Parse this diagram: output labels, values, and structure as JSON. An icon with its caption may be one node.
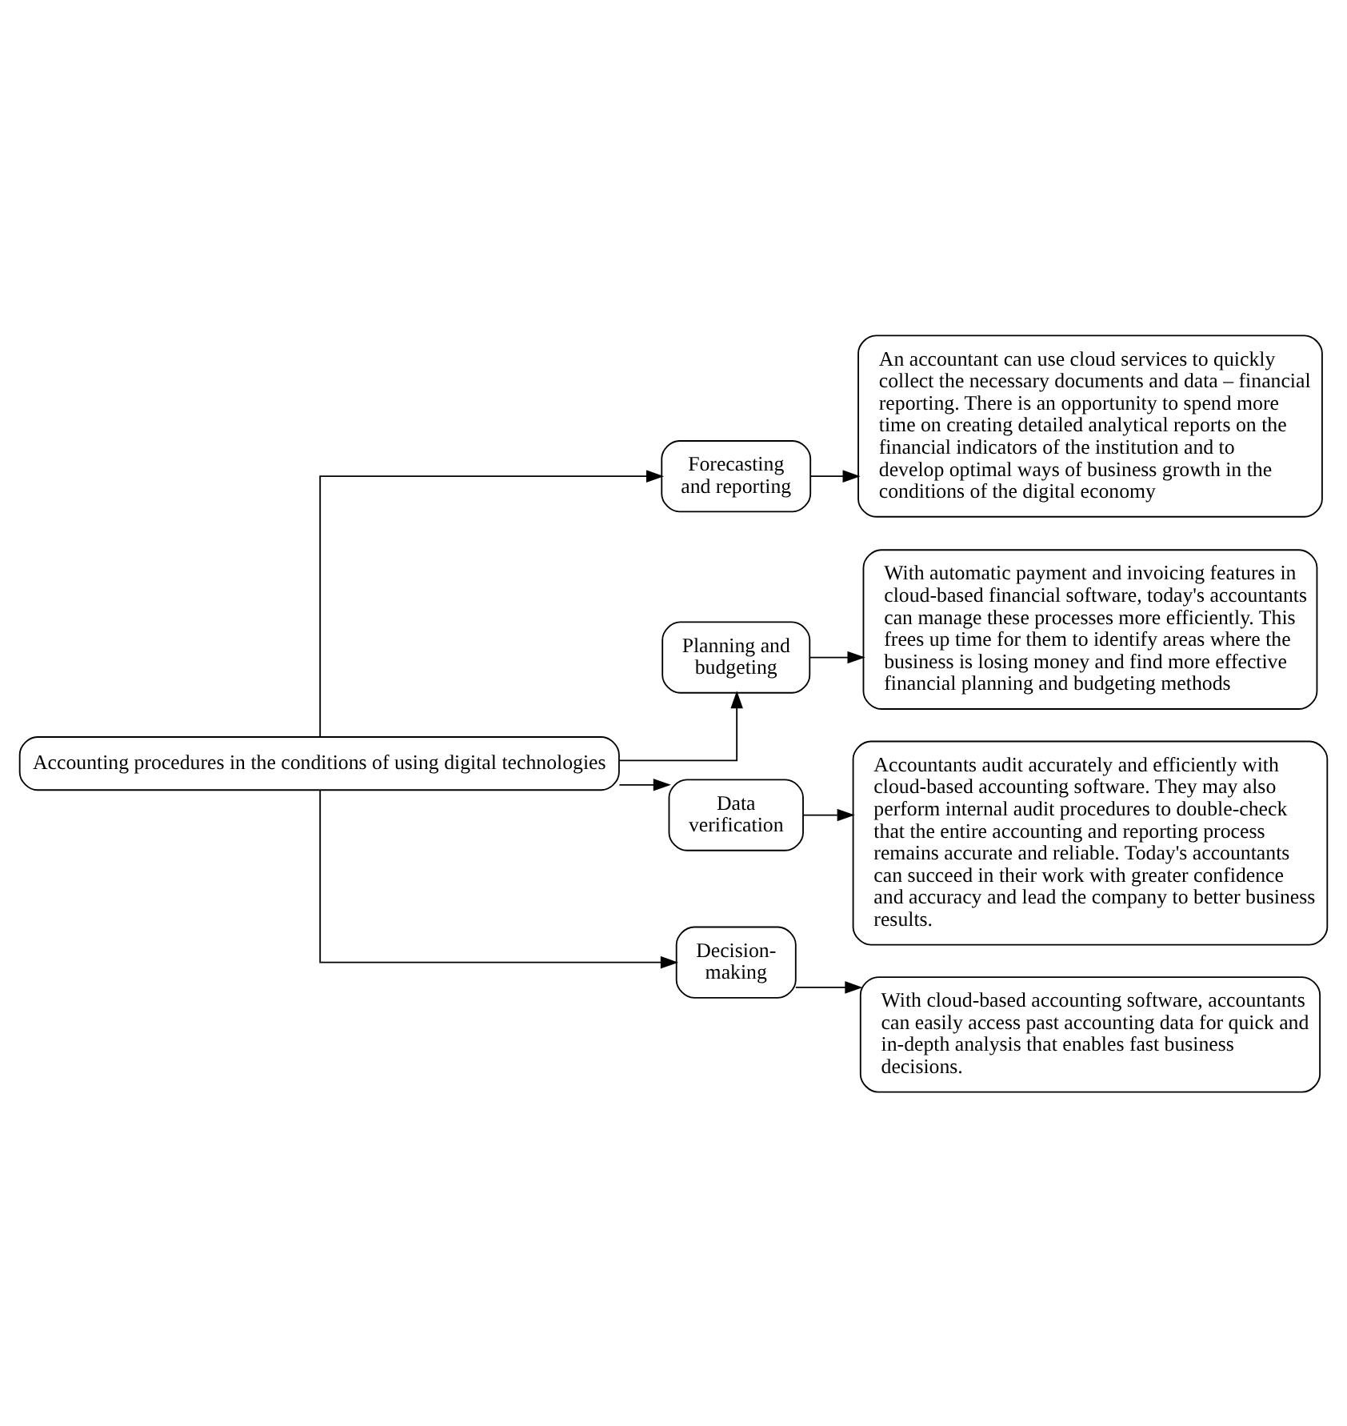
{
  "diagram": {
    "nodes": [
      {
        "text": [
          "Accounting procedures in the conditions of using digital technologies"
        ]
      },
      {
        "text": [
          "Forecasting and reporting"
        ]
      },
      {
        "text": [
          "An accountant can use cloud services to quickly collect the necessary documents and data – financial reporting. There is an opportunity to spend more time on creating detailed analytical reports on the financial indicators of the institution and to develop optimal ways of business growth in the conditions of the digital economy"
        ]
      },
      {
        "text": [
          "Planning and budgeting"
        ]
      },
      {
        "text": [
          "With automatic payment and invoicing features in cloud-based financial software, today's accountants can manage these processes more efficiently. This frees up time for them to identify areas where the business is losing money and find more effective financial planning and budgeting methods"
        ]
      },
      {
        "text": [
          "Data verification"
        ]
      },
      {
        "text": [
          "Accountants audit accurately and efficiently with cloud-based accounting software. They may also perform internal audit procedures to double-check that the entire accounting and reporting process remains accurate and reliable. Today's accountants can succeed in their work with greater confidence and accuracy and lead the company to better business results."
        ]
      },
      {
        "text": [
          "Decision-making"
        ]
      },
      {
        "text": [
          "With cloud-based accounting software, accountants can easily access past accounting data for quick and in-depth analysis that enables fast business decisions."
        ]
      }
    ],
    "edges": [
      {
        "from": 0,
        "to": 1,
        "arrow": "to"
      },
      {
        "from": 0,
        "to": 3,
        "arrow": "to"
      },
      {
        "from": 0,
        "to": 5,
        "arrow": "to"
      },
      {
        "from": 0,
        "to": 7,
        "arrow": "to"
      },
      {
        "from": 1,
        "to": 2,
        "arrow": "to"
      },
      {
        "from": 3,
        "to": 4,
        "arrow": "to"
      },
      {
        "from": 5,
        "to": 6,
        "arrow": "to"
      },
      {
        "from": 7,
        "to": 8,
        "arrow": "to"
      }
    ]
  }
}
